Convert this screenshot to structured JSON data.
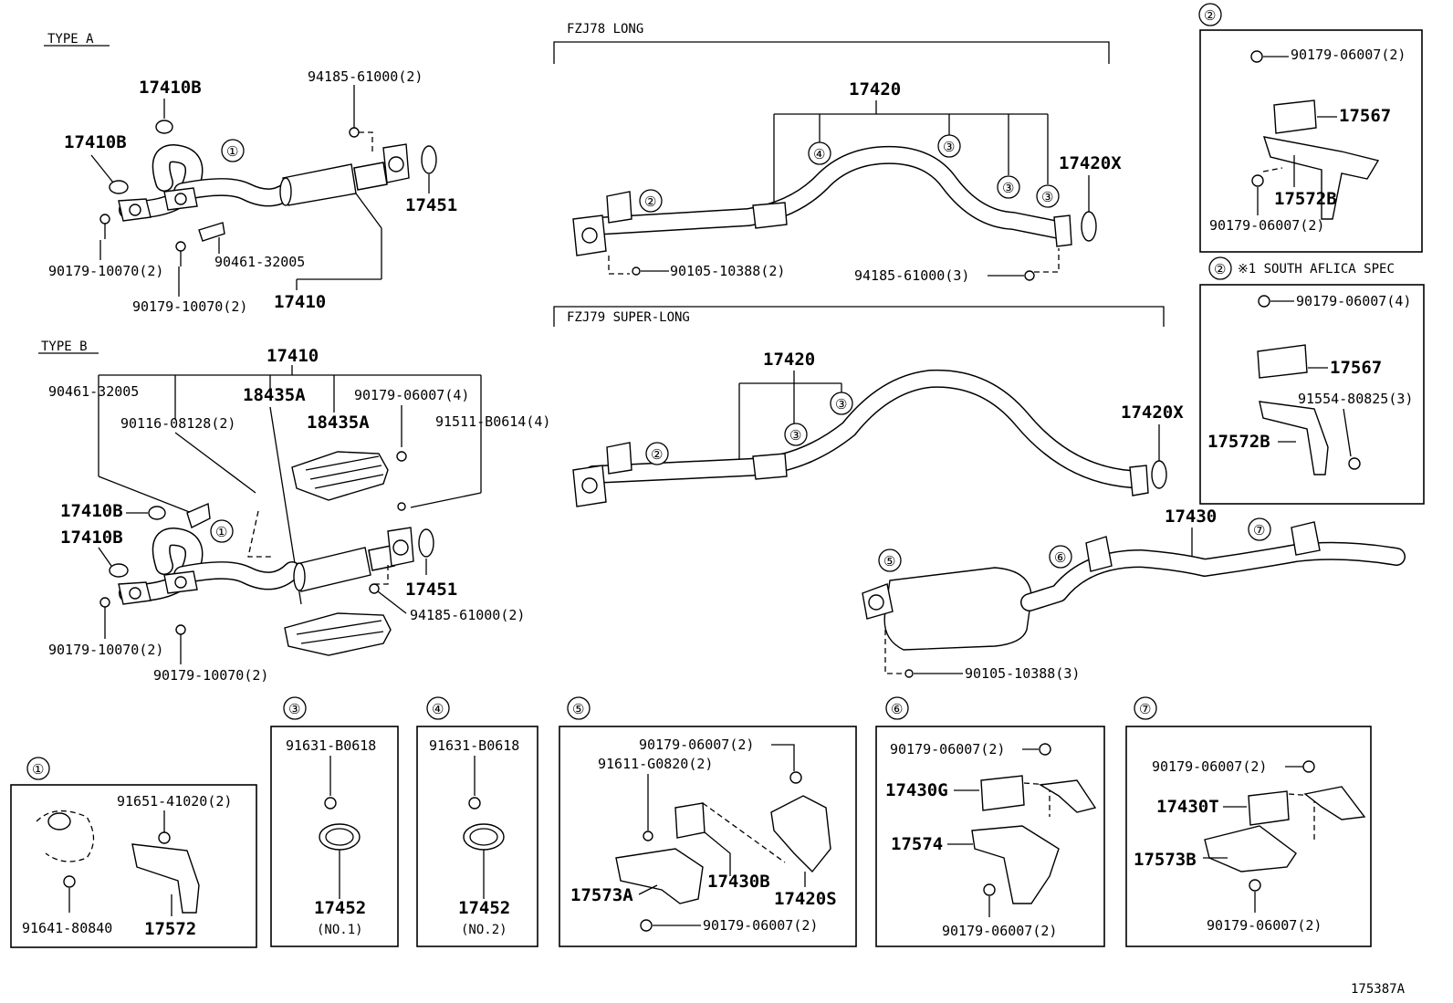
{
  "diagram_id": "175387A",
  "section_labels": {
    "type_a": "TYPE A",
    "type_b": "TYPE B",
    "fzj78": "FZJ78 LONG",
    "fzj79": "FZJ79 SUPER-LONG",
    "south_africa": "※1 SOUTH AFLICA SPEC"
  },
  "circled_numbers": [
    "①",
    "②",
    "③",
    "④",
    "⑤",
    "⑥",
    "⑦"
  ],
  "type_a": {
    "p17410B_top": "17410B",
    "p17410B_left": "17410B",
    "p94185": "94185-61000(2)",
    "p17451": "17451",
    "p90179_left": "90179-10070(2)",
    "p90461": "90461-32005",
    "p90179_bottom": "90179-10070(2)",
    "p17410": "17410"
  },
  "type_b": {
    "p17410": "17410",
    "p90461": "90461-32005",
    "p18435A_a": "18435A",
    "p90179_06007": "90179-06007(4)",
    "p90116": "90116-08128(2)",
    "p18435A_b": "18435A",
    "p91511": "91511-B0614(4)",
    "p17410B_a": "17410B",
    "p17410B_b": "17410B",
    "p17451": "17451",
    "p94185": "94185-61000(2)",
    "p90179_left": "90179-10070(2)",
    "p90179_bottom": "90179-10070(2)"
  },
  "fzj78": {
    "p17420": "17420",
    "p17420X": "17420X",
    "p90105": "90105-10388(2)",
    "p94185": "94185-61000(3)"
  },
  "fzj79": {
    "p17420": "17420",
    "p17420X": "17420X"
  },
  "rear": {
    "p17430": "17430",
    "p90105": "90105-10388(3)"
  },
  "box2": {
    "p90179_top": "90179-06007(2)",
    "p17567": "17567",
    "p17572B": "17572B",
    "p90179_bottom": "90179-06007(2)"
  },
  "box2sa": {
    "p90179": "90179-06007(4)",
    "p17567": "17567",
    "p91554": "91554-80825(3)",
    "p17572B": "17572B"
  },
  "box1": {
    "p91651": "91651-41020(2)",
    "p91641": "91641-80840",
    "p17572": "17572"
  },
  "box3": {
    "p91631": "91631-B0618",
    "p17452": "17452",
    "note": "(NO.1)"
  },
  "box4": {
    "p91631": "91631-B0618",
    "p17452": "17452",
    "note": "(NO.2)"
  },
  "box5": {
    "p90179_top": "90179-06007(2)",
    "p91611": "91611-G0820(2)",
    "p17430B": "17430B",
    "p17573A": "17573A",
    "p17420S": "17420S",
    "p90179_bottom": "90179-06007(2)"
  },
  "box6": {
    "p90179_top": "90179-06007(2)",
    "p17430G": "17430G",
    "p17574": "17574",
    "p90179_bottom": "90179-06007(2)"
  },
  "box7": {
    "p90179_top": "90179-06007(2)",
    "p17430T": "17430T",
    "p17573B": "17573B",
    "p90179_bottom": "90179-06007(2)"
  }
}
